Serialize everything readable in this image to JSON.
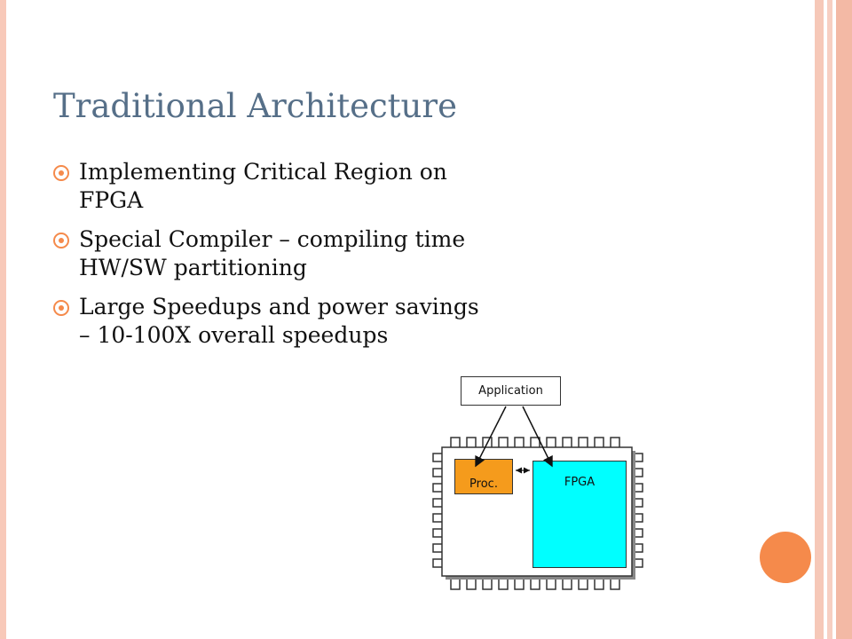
{
  "slide": {
    "title": "Traditional Architecture",
    "bullets": [
      "Implementing Critical Region on FPGA",
      "Special Compiler – compiling time HW/SW partitioning",
      "Large Speedups and power savings – 10-100X overall speedups"
    ]
  },
  "diagram": {
    "application_label": "Application",
    "proc_label": "Proc.",
    "fpga_label": "FPGA"
  },
  "colors": {
    "title": "#566f88",
    "accent": "#f58a4b",
    "proc_fill": "#f59b1c",
    "fpga_fill": "#00ffff"
  }
}
